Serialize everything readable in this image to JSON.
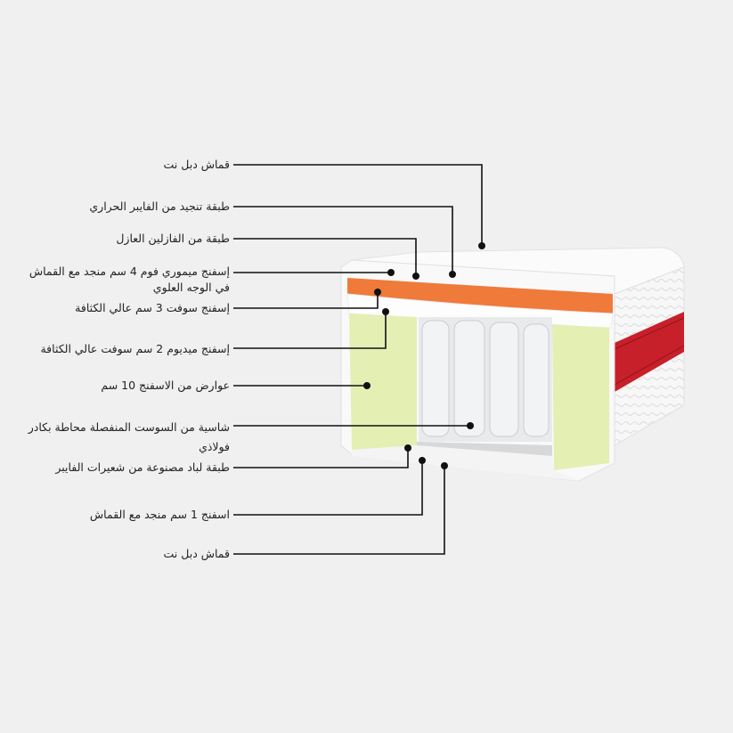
{
  "labels": [
    "قماش دبل نت",
    "طبقة تنجيد من الفايبر الحراري",
    "طبقة من الفازلين العازل",
    "إسفنج ميموري فوم 4 سم منجد مع القماش في الوجه العلوي",
    "إسفنج سوفت 3 سم  عالي الكثافة",
    "إسفنج ميديوم 2 سم سوفت عالي الكثافة",
    "عوارض من الاسفنج 10 سم",
    "شاسية من السوست المنفصلة محاطة بكادر فولاذي",
    "طبقة لباد مصنوعة من شعيرات الفايبر",
    "اسفنج 1 سم منجد مع القماش",
    "قماش دبل نت"
  ],
  "colors": {
    "memory_foam": "#f07a3a",
    "support_foam": "#e4efb4",
    "side_stripe": "#c8202a",
    "fabric": "#fafafa",
    "background": "#f0f0f0"
  }
}
